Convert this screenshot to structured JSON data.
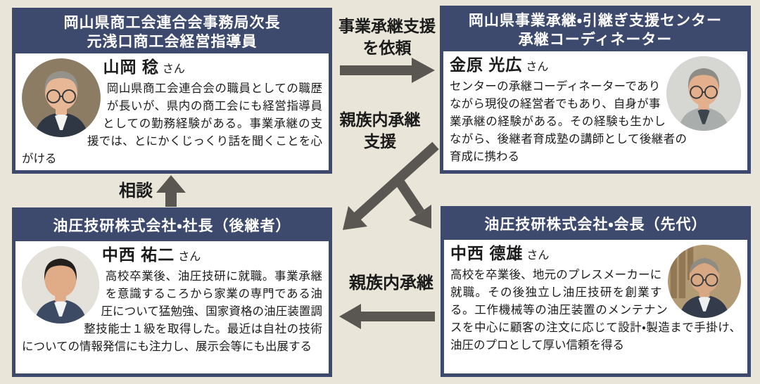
{
  "theme": {
    "background": "#e9e5d8",
    "box_border": "#3d4a6d",
    "header_bg": "#3d4a6d",
    "header_text": "#ffffff",
    "panel_bg": "#ffffff",
    "arrow_color": "#5a5752",
    "text_color": "#1b1b1b"
  },
  "boxes": [
    {
      "id": "top-left",
      "header": "岡山県商工会連合会事務局次長\n元浅口商工会経営指導員",
      "name": "山岡 稔",
      "honorific": "さん",
      "bio": "岡山県商工会連合会の職員としての職歴が長いが、県内の商工会にも経営指導員としての勤務経験がある。事業承継の支援では、とにかくじっくり話を聞くことを心がける",
      "photo_side": "left",
      "photo": {
        "bg": "#8d7c64",
        "hair": "#95928c",
        "skin": "#e7b796",
        "jacket": "#2f3744",
        "shirt": "#f4f4f0",
        "glasses": true,
        "shelf": false
      }
    },
    {
      "id": "top-right",
      "header": "岡山県事業承継・引継ぎ支援センター\n承継コーディネーター",
      "name": "金原 光広",
      "honorific": "さん",
      "bio": "センターの承継コーディネーターでありながら現役の経営者でもあり、自身が事業承継の経験がある。その経験も生かしながら、後継者育成塾の講師として後継者の育成に携わる",
      "photo_side": "right",
      "photo": {
        "bg": "#d6d6d2",
        "hair": "#8e8c86",
        "skin": "#e3af8d",
        "jacket": "#a9adac",
        "shirt": "#3e444c",
        "glasses": true,
        "shelf": false
      }
    },
    {
      "id": "bottom-left",
      "header": "油圧技研株式会社・社長（後継者）",
      "name": "中西 祐二",
      "honorific": "さん",
      "bio": "高校卒業後、油圧技研に就職。事業承継を意識するころから家業の専門である油圧について猛勉強、国家資格の油圧装置調整技能士１級を取得した。最近は自社の技術についての情報発信にも注力し、展示会等にも出展する",
      "photo_side": "left",
      "photo": {
        "bg": "#e4e1da",
        "hair": "#221f1c",
        "skin": "#e0ac87",
        "jacket": "#3d4a63",
        "shirt": "#f2f3f4",
        "glasses": false,
        "shelf": false
      }
    },
    {
      "id": "bottom-right",
      "header": "油圧技研株式会社・会長（先代）",
      "name": "中西 德雄",
      "honorific": "さん",
      "bio": "高校を卒業後、地元のプレスメーカーに就職。その後独立し油圧技研を創業する。工作機械等の油圧装置のメンテナンスを中心に顧客の注文に応じて設計・製造まで手掛け、油圧のプロとして厚い信頼を得る",
      "photo_side": "right",
      "photo": {
        "bg": "#b29a74",
        "hair": "#8f8c84",
        "skin": "#d8a884",
        "jacket": "#343b4b",
        "shirt": "#eef0ef",
        "glasses": true,
        "shelf": true
      }
    }
  ],
  "arrows": [
    {
      "id": "request",
      "label": "事業承継支援\nを依頼",
      "direction": "right",
      "from": "top-left",
      "to": "top-right"
    },
    {
      "id": "family-support",
      "label": "親族内承継\n支援",
      "direction": "fork-down",
      "from": "top-right",
      "to": "bottom-left / bottom-right"
    },
    {
      "id": "consult",
      "label": "相談",
      "direction": "up",
      "from": "bottom-left",
      "to": "top-left"
    },
    {
      "id": "succession",
      "label": "親族内承継",
      "direction": "left",
      "from": "bottom-right",
      "to": "bottom-left"
    }
  ]
}
